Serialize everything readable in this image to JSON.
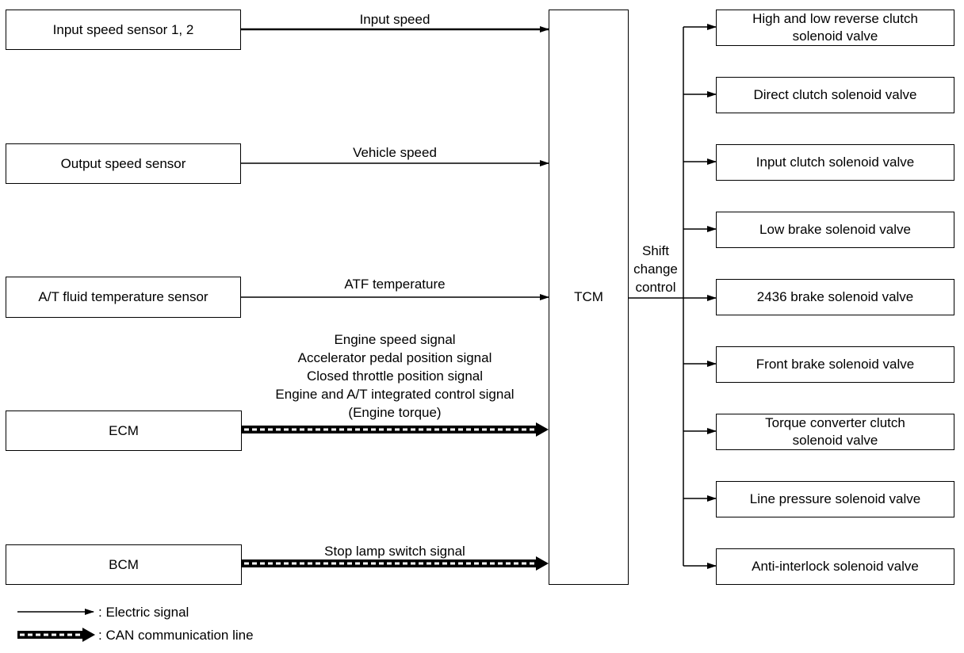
{
  "inputs": [
    {
      "label": "Input speed sensor 1, 2",
      "signal": "Input speed",
      "line": "electric"
    },
    {
      "label": "Output speed sensor",
      "signal": "Vehicle speed",
      "line": "electric"
    },
    {
      "label": "A/T fluid temperature sensor",
      "signal": "ATF temperature",
      "line": "electric"
    },
    {
      "label": "ECM",
      "signal": "Engine speed signal\nAccelerator pedal position signal\nClosed throttle position signal\nEngine and A/T integrated control signal\n(Engine torque)",
      "line": "can"
    },
    {
      "label": "BCM",
      "signal": "Stop lamp switch signal",
      "line": "can"
    }
  ],
  "tcm": {
    "label": "TCM",
    "output_label": "Shift\nchange\ncontrol"
  },
  "outputs": [
    "High and low reverse clutch\nsolenoid valve",
    "Direct clutch solenoid valve",
    "Input clutch solenoid valve",
    "Low brake solenoid valve",
    "2436 brake solenoid valve",
    "Front brake solenoid valve",
    "Torque converter clutch\nsolenoid valve",
    "Line pressure solenoid valve",
    "Anti-interlock solenoid valve"
  ],
  "legend": {
    "electric": ": Electric signal",
    "can": ": CAN communication line"
  }
}
